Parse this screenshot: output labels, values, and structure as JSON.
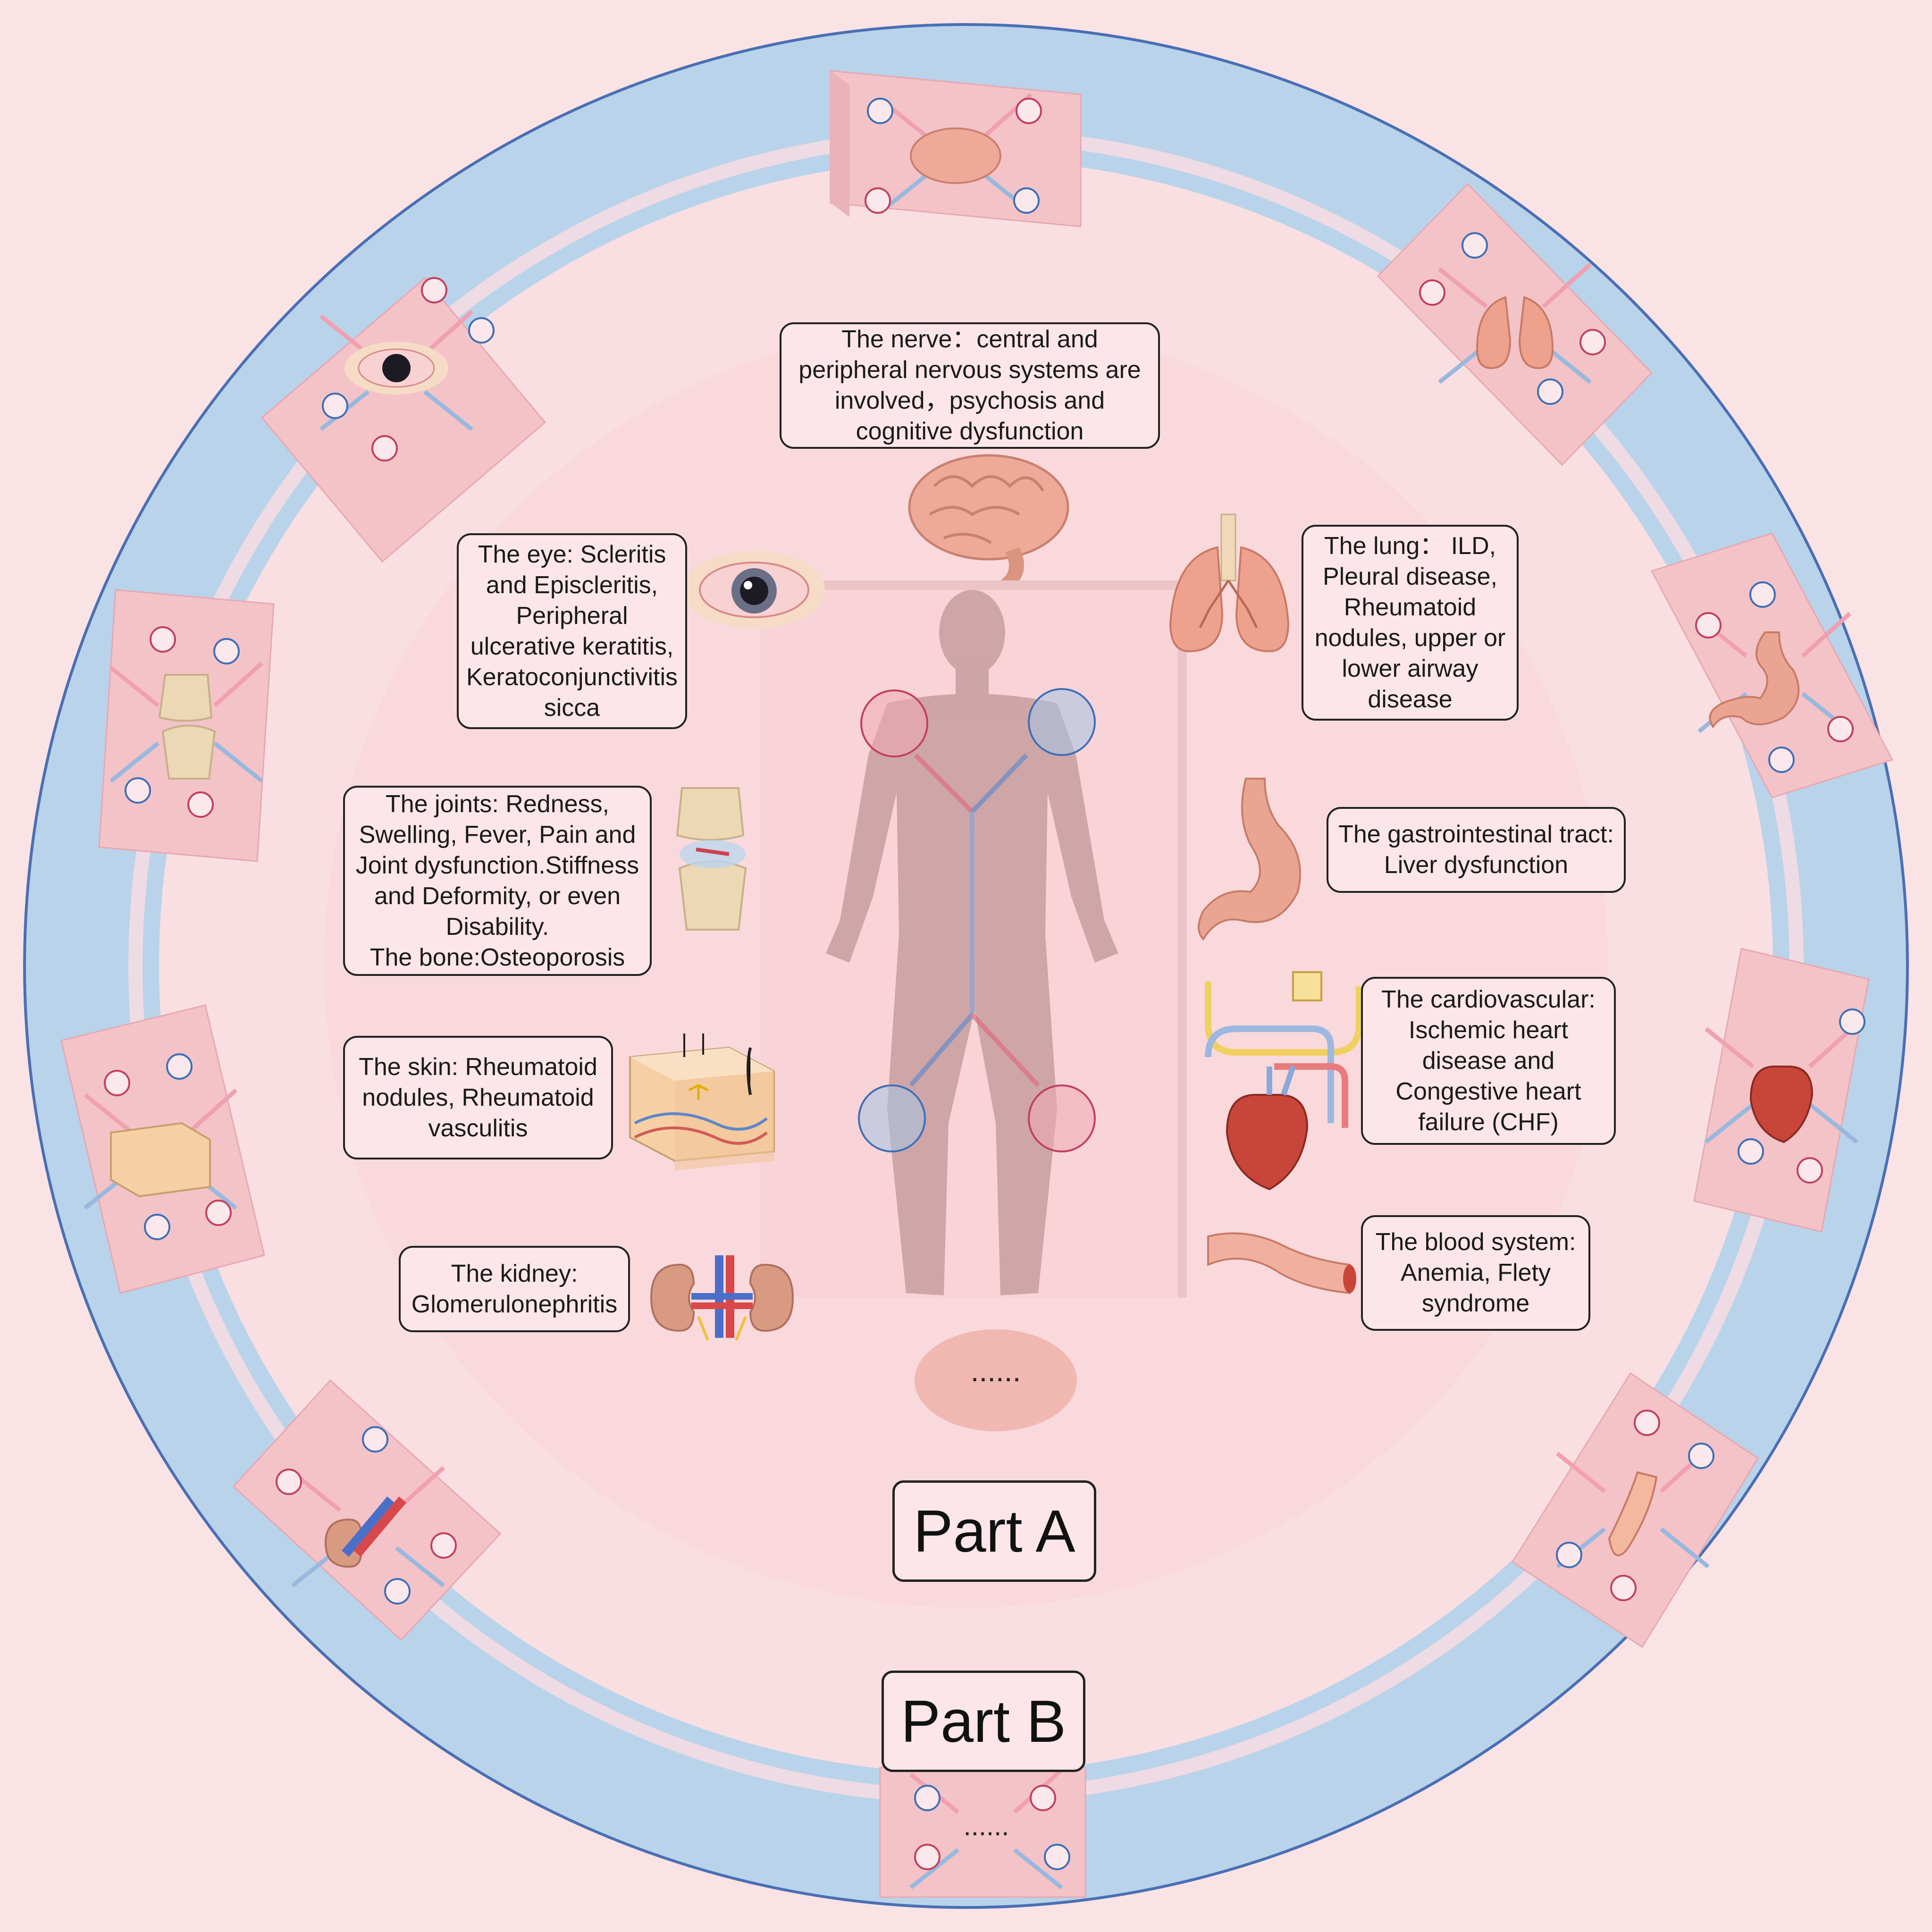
{
  "colors": {
    "pink_bg": "#fae3e5",
    "blue_ring": "#b9d3ea",
    "ring_outline": "#4a6fb3",
    "organ_pink": "#f3b0a5",
    "node_red": "#d3546a",
    "node_blue": "#3f6fb5"
  },
  "center": {
    "nerve": "The nerve：central and\nperipheral nervous systems are\ninvolved，psychosis and\ncognitive dysfunction",
    "eye": "The eye: Scleritis\nand Episcleritis,\nPeripheral\nulcerative keratitis,\nKeratoconjunctivitis\nsicca",
    "joints": "The joints: Redness,\nSwelling, Fever, Pain and\nJoint dysfunction.Stiffness\nand Deformity, or even\nDisability.\nThe bone:Osteoporosis",
    "skin": "The skin: Rheumatoid\nnodules, Rheumatoid\nvasculitis",
    "kidney": "The kidney:\nGlomerulonephritis",
    "lung": "The lung：  ILD,\nPleural disease,\nRheumatoid\nnodules, upper or\nlower airway\ndisease",
    "gi": "The gastrointestinal tract:\nLiver dysfunction",
    "cardio": "The cardiovascular:\nIschemic heart\ndisease and\nCongestive heart\nfailure (CHF)",
    "blood": "The blood system:\nAnemia, Flety\nsyndrome",
    "more": "......"
  },
  "parts": {
    "a": "Part A",
    "b": "Part B"
  },
  "ring_more": "......",
  "icons": [
    "brain-icon",
    "lung-icon",
    "stomach-icon",
    "heart-icon",
    "blood-vessel-icon",
    "kidney-icon",
    "skin-icon",
    "knee-joint-icon",
    "eye-icon",
    "human-body-icon"
  ]
}
